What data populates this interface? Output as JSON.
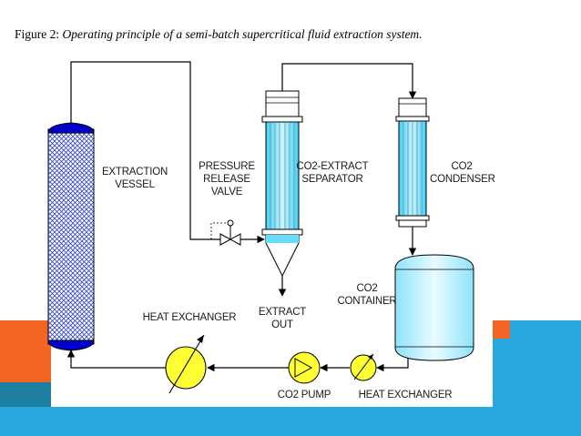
{
  "caption": {
    "prefix": "Figure 2:",
    "title": "Operating principle of a semi-batch supercritical fluid extraction system."
  },
  "labels": {
    "extraction_vessel": [
      "EXTRACTION",
      "VESSEL"
    ],
    "pressure_release_valve": [
      "PRESSURE",
      "RELEASE",
      "VALVE"
    ],
    "co2_extract_separator": [
      "CO2-EXTRACT",
      "SEPARATOR"
    ],
    "co2_condenser": [
      "CO2",
      "CONDENSER"
    ],
    "co2_container": [
      "CO2",
      "CONTAINER"
    ],
    "extract_out": [
      "EXTRACT",
      "OUT"
    ],
    "heat_exchanger_left": "HEAT EXCHANGER",
    "heat_exchanger_right": "HEAT EXCHANGER",
    "co2_pump": "CO2 PUMP"
  },
  "colors": {
    "slide_orange": "#f26522",
    "slide_blue": "#29a8e0",
    "slide_teal_dark": "#1e7fa3",
    "vessel_cap": "#0000cc",
    "tube_cyan": "#66ddff",
    "container_fill": "#b3ecff",
    "exchanger_yellow": "#ffff33"
  }
}
